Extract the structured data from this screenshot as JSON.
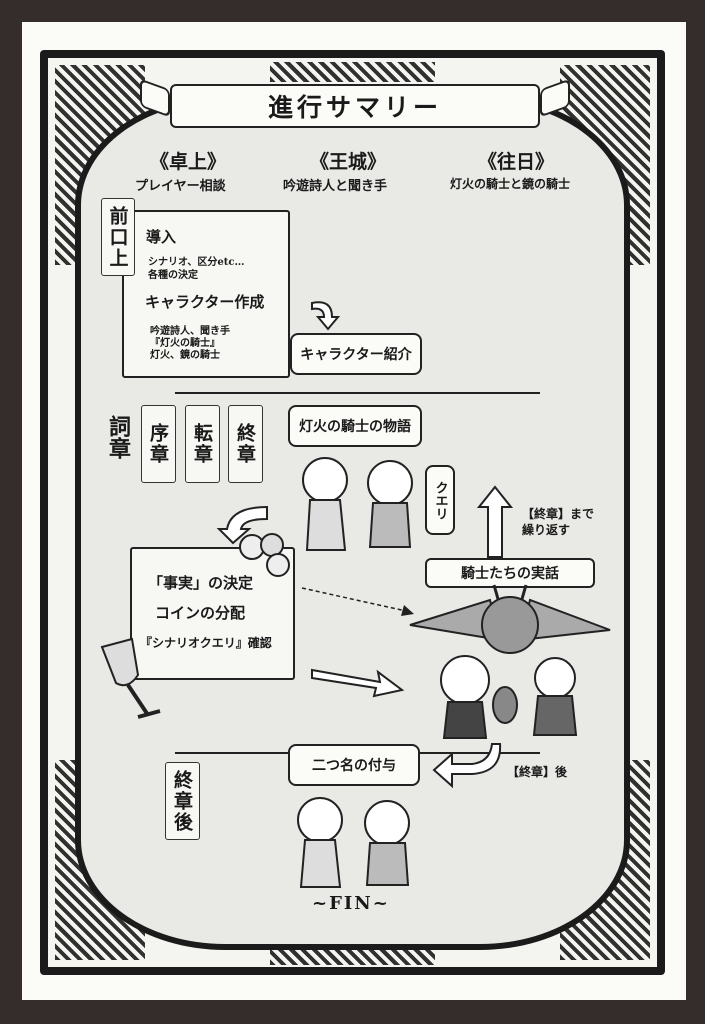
{
  "title": "進行サマリー",
  "columns": [
    {
      "heading": "《卓上》",
      "subtitle": "プレイヤー相談"
    },
    {
      "heading": "《王城》",
      "subtitle": "吟遊詩人と聞き手"
    },
    {
      "heading": "《往日》",
      "subtitle": "灯火の騎士と鏡の騎士"
    }
  ],
  "prologue": {
    "tag": "前口上",
    "items": [
      {
        "heading": "導入",
        "lines": [
          "シナリオ、区分etc…",
          "各種の決定"
        ]
      },
      {
        "heading": "キャラクター作成",
        "lines": [
          "吟遊詩人、聞き手",
          "『灯火の騎士』",
          "灯火、鏡の騎士"
        ]
      }
    ],
    "bubble": "キャラクター紹介"
  },
  "chapters": {
    "tag": "詞章",
    "chapter_tags": [
      "序章",
      "転章",
      "終章"
    ],
    "story_bubble": "灯火の騎士の物語",
    "query_bubble": "クエリ",
    "repeat_note": [
      "【終章】まで",
      "繰り返す"
    ],
    "decision_box": [
      "「事実」の決定",
      "コインの分配",
      "『シナリオクエリ』確認"
    ],
    "true_story_banner": "騎士たちの実話"
  },
  "epilogue": {
    "tag": "終章後",
    "bubble": "二つ名の付与",
    "after_note": "【終章】後"
  },
  "end_text": "~FIN~"
}
